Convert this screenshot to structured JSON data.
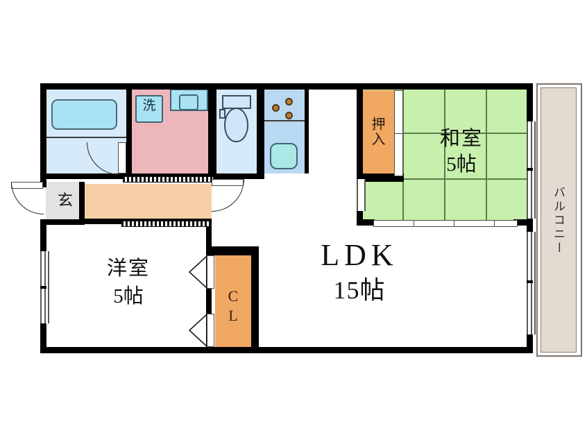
{
  "plan": {
    "type": "japanese-apartment-floor-plan",
    "layout_code": "2LDK",
    "rooms": [
      {
        "id": "ldk",
        "label_line1": "LDK",
        "label_line2": "15帖",
        "size_jo": 15,
        "fill": "#ffffff"
      },
      {
        "id": "washitsu",
        "label_line1": "和室",
        "label_line2": "5帖",
        "size_jo": 5,
        "fill": "#c6f0ab"
      },
      {
        "id": "yoshitsu",
        "label_line1": "洋室",
        "label_line2": "5帖",
        "size_jo": 5,
        "fill": "#ffffff"
      },
      {
        "id": "oshiire",
        "label_line1": "押入",
        "label_line2": "",
        "size_jo": 0,
        "fill": "#f0a863"
      },
      {
        "id": "closet",
        "label_line1": "C",
        "label_line2": "L",
        "size_jo": 0,
        "fill": "#f0a863"
      },
      {
        "id": "genkan",
        "label_line1": "玄",
        "label_line2": "",
        "size_jo": 0,
        "fill": "#e2e2e2"
      },
      {
        "id": "balcony",
        "label_line1": "バルコニー",
        "label_line2": "",
        "size_jo": 0,
        "fill": "#e3dad2"
      },
      {
        "id": "washroom",
        "label_line1": "洗",
        "label_line2": "",
        "size_jo": 0,
        "fill": "#edb6bb"
      }
    ],
    "labels": {
      "ldk_name": "LDK",
      "ldk_size": "15帖",
      "washitsu_name": "和室",
      "washitsu_size": "5帖",
      "yoshitsu_name": "洋室",
      "yoshitsu_size": "5帖",
      "oshiire": "押入",
      "closet_c": "C",
      "closet_l": "L",
      "genkan": "玄",
      "balcony": "バルコニー",
      "washer": "洗"
    },
    "fixtures": [
      {
        "name": "bathtub",
        "room": "bathroom"
      },
      {
        "name": "washing-machine-space",
        "room": "washroom"
      },
      {
        "name": "vanity-basin",
        "room": "washroom"
      },
      {
        "name": "toilet",
        "room": "toilet"
      },
      {
        "name": "stove-burners",
        "room": "kitchen",
        "count": 3
      },
      {
        "name": "kitchen-sink",
        "room": "kitchen"
      }
    ],
    "colors": {
      "wall": "#000000",
      "bath_blue": "#d6eaf9",
      "tub_blue": "#a9e2f3",
      "wash_pink": "#edb6bb",
      "kitchen_blue": "#b9d9f2",
      "tatami_green": "#c6f0ab",
      "closet_orange": "#f0a863",
      "hall_peach": "#f6cfa6",
      "genkan_gray": "#e2e2e2",
      "balcony_beige": "#e3dad2",
      "background": "#ffffff"
    }
  }
}
